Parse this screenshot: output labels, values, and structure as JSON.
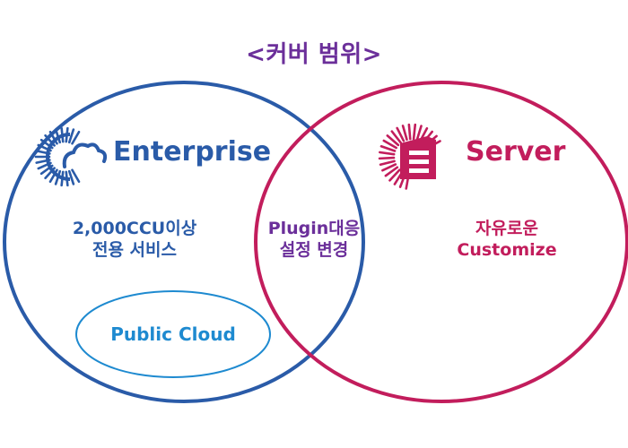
{
  "title": "<커버 범위>",
  "colors": {
    "enterprise": "#2a5ba8",
    "server": "#c21d5c",
    "overlap_text": "#6b2f9a",
    "cloud": "#1e8ad0",
    "title": "#6b2f9a"
  },
  "enterprise": {
    "logo_icon": "enterprise-logo-icon",
    "name": "Enterprise",
    "feature_line1": "2,000CCU이상",
    "feature_line2": "전용 서비스"
  },
  "server": {
    "logo_icon": "server-logo-icon",
    "name": "Server",
    "feature_line1": "자유로운",
    "feature_line2": "Customize"
  },
  "overlap": {
    "line1": "Plugin대응",
    "line2": "설정 변경"
  },
  "cloud": {
    "label": "Public Cloud"
  }
}
